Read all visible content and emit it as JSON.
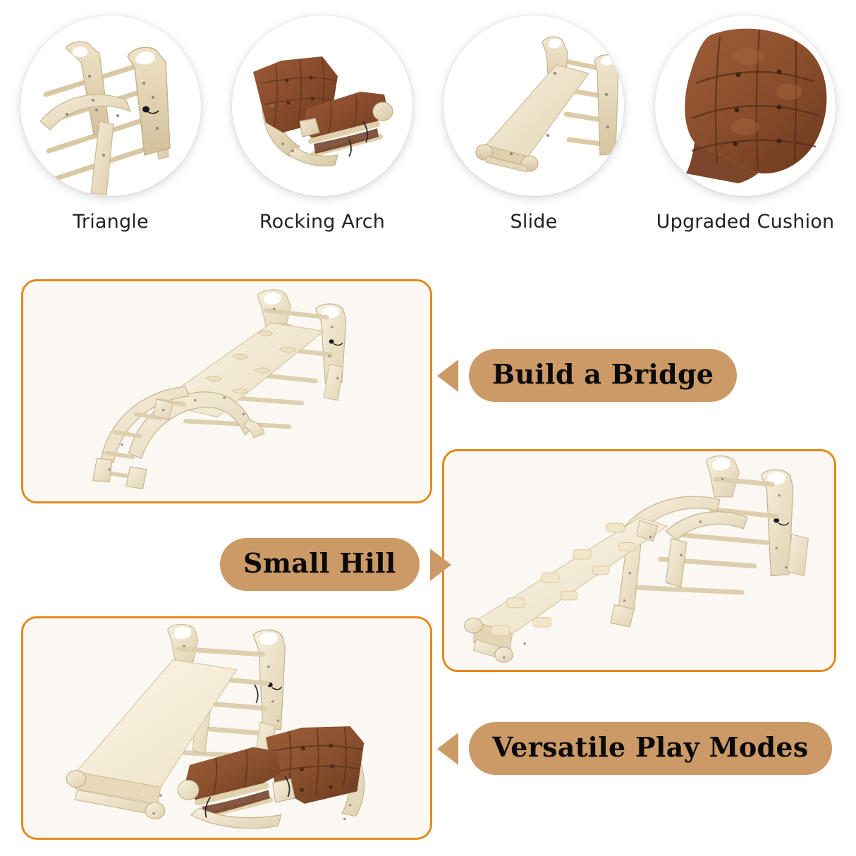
{
  "features": [
    {
      "label": "Triangle",
      "icon": "triangle-climber-icon"
    },
    {
      "label": "Rocking Arch",
      "icon": "rocking-arch-cushion-icon"
    },
    {
      "label": "Slide",
      "icon": "slide-ramp-icon"
    },
    {
      "label": "Upgraded Cushion",
      "icon": "brown-tufted-cushion-icon"
    }
  ],
  "panels": [
    {
      "id": "bridge",
      "photo": "bridge-configuration-photo"
    },
    {
      "id": "hill",
      "photo": "small-hill-configuration-photo"
    },
    {
      "id": "modes",
      "photo": "versatile-play-modes-photo"
    }
  ],
  "callouts": [
    {
      "id": "bridge",
      "label": "Build a Bridge",
      "arrow": "arrow-left"
    },
    {
      "id": "hill",
      "label": "Small Hill",
      "arrow": "arrow-right"
    },
    {
      "id": "modes",
      "label": "Versatile Play Modes",
      "arrow": "arrow-left"
    }
  ],
  "colors": {
    "pill": "#cc9a66",
    "panel_border": "#e3891c",
    "panel_background": "#fbf8f3",
    "page_background": "#ffffff",
    "label_text": "#222222",
    "pill_text": "#0a0a0a",
    "wood_light": "#f0e6cf",
    "wood_mid": "#e0d2b4",
    "wood_dark": "#c9b68f",
    "cushion_brown": "#8a4f32"
  }
}
